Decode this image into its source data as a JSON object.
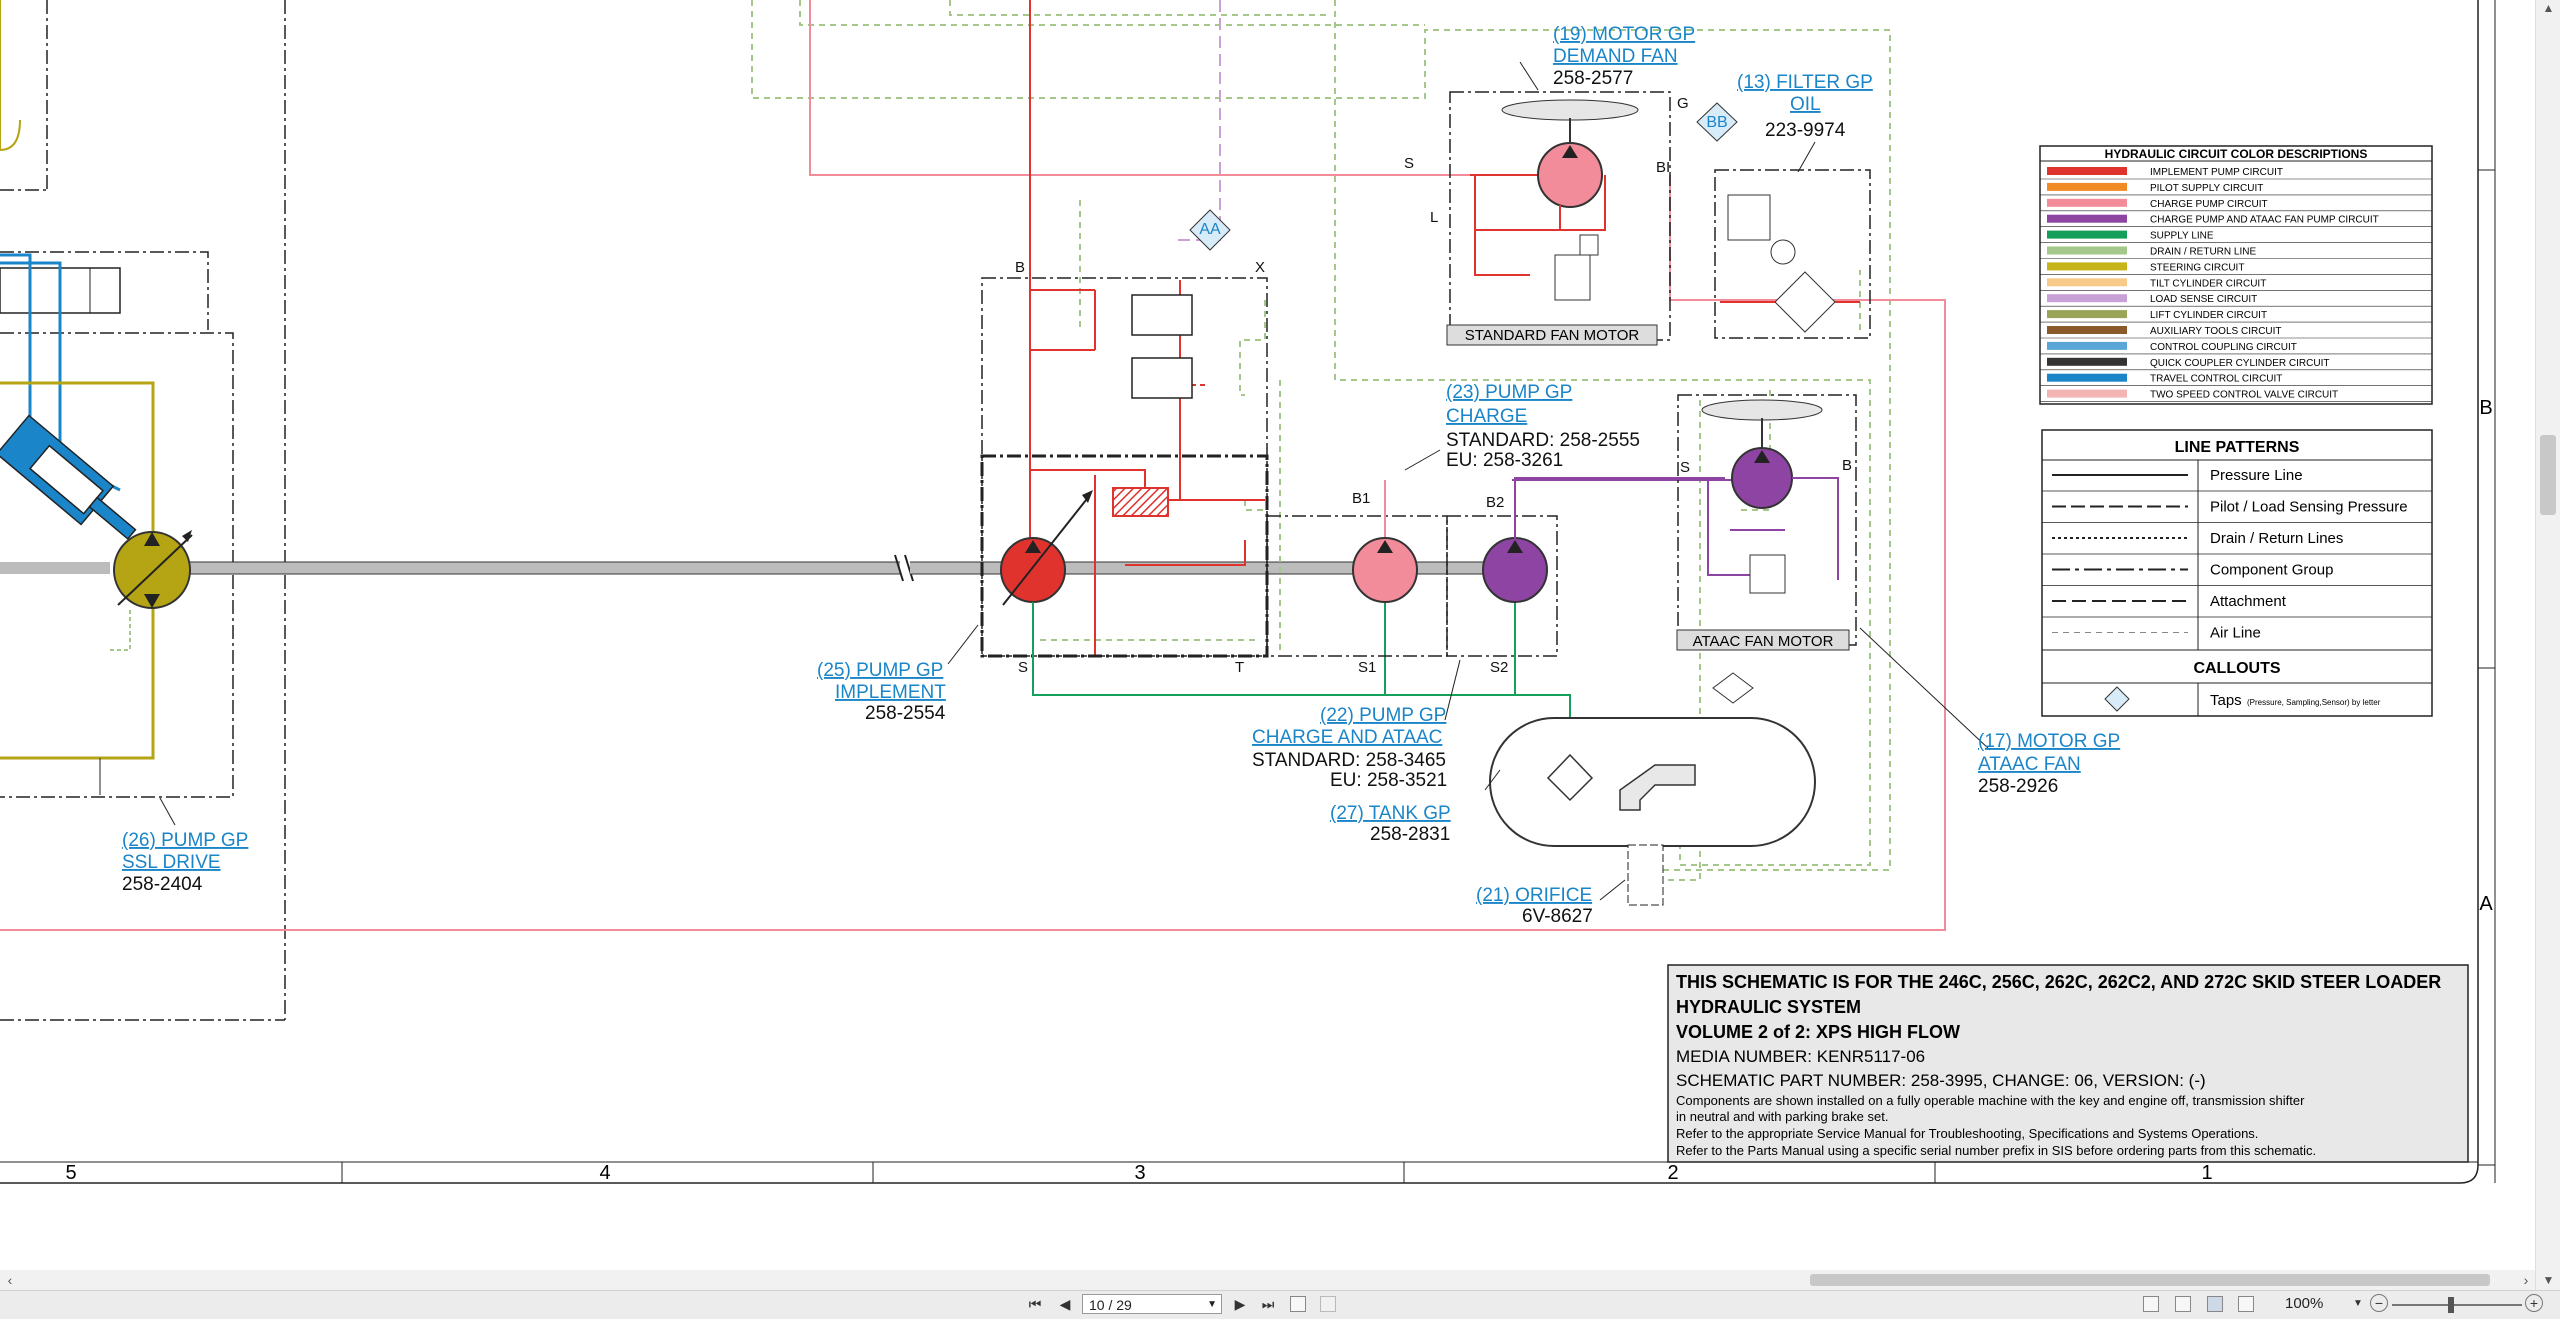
{
  "callouts": {
    "motor19": {
      "title1": "(19) MOTOR GP",
      "title2": "DEMAND FAN",
      "part": "258-2577"
    },
    "filter13": {
      "title1": "(13) FILTER GP",
      "title2": "OIL",
      "part": "223-9974"
    },
    "pump23": {
      "title1": "(23) PUMP GP",
      "title2": "CHARGE",
      "line3": "STANDARD: 258-2555",
      "line4": "EU: 258-3261"
    },
    "pump25": {
      "title1": "(25) PUMP GP",
      "title2": "IMPLEMENT",
      "part": "258-2554"
    },
    "pump22": {
      "title1": "(22) PUMP GP",
      "title2": "CHARGE AND ATAAC",
      "line3": "STANDARD: 258-3465",
      "line4": "EU: 258-3521"
    },
    "tank27": {
      "title1": "(27) TANK GP",
      "part": "258-2831"
    },
    "orifice21": {
      "title1": "(21) ORIFICE",
      "part": "6V-8627"
    },
    "motor17": {
      "title1": "(17) MOTOR GP",
      "title2": "ATAAC FAN",
      "part": "258-2926"
    },
    "pump26": {
      "title1": "(26) PUMP GP",
      "title2": "SSL DRIVE",
      "part": "258-2404"
    }
  },
  "boxes": {
    "standard_fan": "STANDARD FAN MOTOR",
    "ataac_fan": "ATAAC FAN MOTOR"
  },
  "taps": {
    "aa": "AA",
    "bb": "BB"
  },
  "port_labels": {
    "s1": "S",
    "bi": "BI",
    "g": "G",
    "l": "L",
    "b": "B",
    "x": "X",
    "b1": "B1",
    "b2": "B2",
    "s": "S",
    "t": "T",
    "s1p": "S1",
    "s2p": "S2",
    "sa": "S",
    "ba": "B"
  },
  "legend": {
    "title": "HYDRAULIC CIRCUIT COLOR DESCRIPTIONS",
    "items": [
      {
        "label": "IMPLEMENT PUMP CIRCUIT",
        "color": "#e0332e"
      },
      {
        "label": "PILOT SUPPLY CIRCUIT",
        "color": "#f08a24"
      },
      {
        "label": "CHARGE PUMP CIRCUIT",
        "color": "#f28c9a"
      },
      {
        "label": "CHARGE PUMP AND ATAAC FAN PUMP CIRCUIT",
        "color": "#8e44a3"
      },
      {
        "label": "SUPPLY LINE",
        "color": "#14a05a"
      },
      {
        "label": "DRAIN / RETURN LINE",
        "color": "#a5c88a"
      },
      {
        "label": "STEERING CIRCUIT",
        "color": "#c5b41a"
      },
      {
        "label": "TILT CYLINDER CIRCUIT",
        "color": "#f7c98a"
      },
      {
        "label": "LOAD SENSE CIRCUIT",
        "color": "#c9a0d8"
      },
      {
        "label": "LIFT CYLINDER CIRCUIT",
        "color": "#9aa55a"
      },
      {
        "label": "AUXILIARY TOOLS CIRCUIT",
        "color": "#8a5a2a"
      },
      {
        "label": "CONTROL COUPLING CIRCUIT",
        "color": "#5aa6d6"
      },
      {
        "label": "QUICK COUPLER CYLINDER CIRCUIT",
        "color": "#333333"
      },
      {
        "label": "TRAVEL CONTROL CIRCUIT",
        "color": "#1a85c8"
      },
      {
        "label": "TWO SPEED CONTROL VALVE CIRCUIT",
        "color": "#f4b4b4"
      }
    ]
  },
  "line_patterns": {
    "title": "LINE PATTERNS",
    "items": [
      "Pressure Line",
      "Pilot / Load Sensing Pressure",
      "Drain / Return Lines",
      "Component Group",
      "Attachment",
      "Air Line"
    ],
    "callouts_title": "CALLOUTS",
    "taps_label": "Taps",
    "taps_note": "(Pressure, Sampling,Sensor) by letter"
  },
  "title_block": {
    "line1": "THIS SCHEMATIC IS FOR THE 246C, 256C, 262C, 262C2, AND 272C SKID STEER LOADER",
    "line2": "HYDRAULIC SYSTEM",
    "line3": "VOLUME 2 of 2: XPS HIGH FLOW",
    "line4": "MEDIA NUMBER: KENR5117-06",
    "line5": "SCHEMATIC PART NUMBER: 258-3995, CHANGE: 06, VERSION: (-)",
    "note1": "Components are shown installed on a fully operable machine with the key and engine off, transmission shifter",
    "note2": "in neutral and with parking brake set.",
    "note3": "Refer to the appropriate Service Manual for Troubleshooting, Specifications and Systems Operations.",
    "note4": "Refer to the Parts Manual using a specific serial number prefix in SIS before ordering parts from this schematic."
  },
  "zones": {
    "z5": "5",
    "z4": "4",
    "z3": "3",
    "z2": "2",
    "z1": "1",
    "rowB": "B",
    "rowA": "A"
  },
  "statusbar": {
    "page": "10 / 29",
    "zoom": "100%"
  }
}
